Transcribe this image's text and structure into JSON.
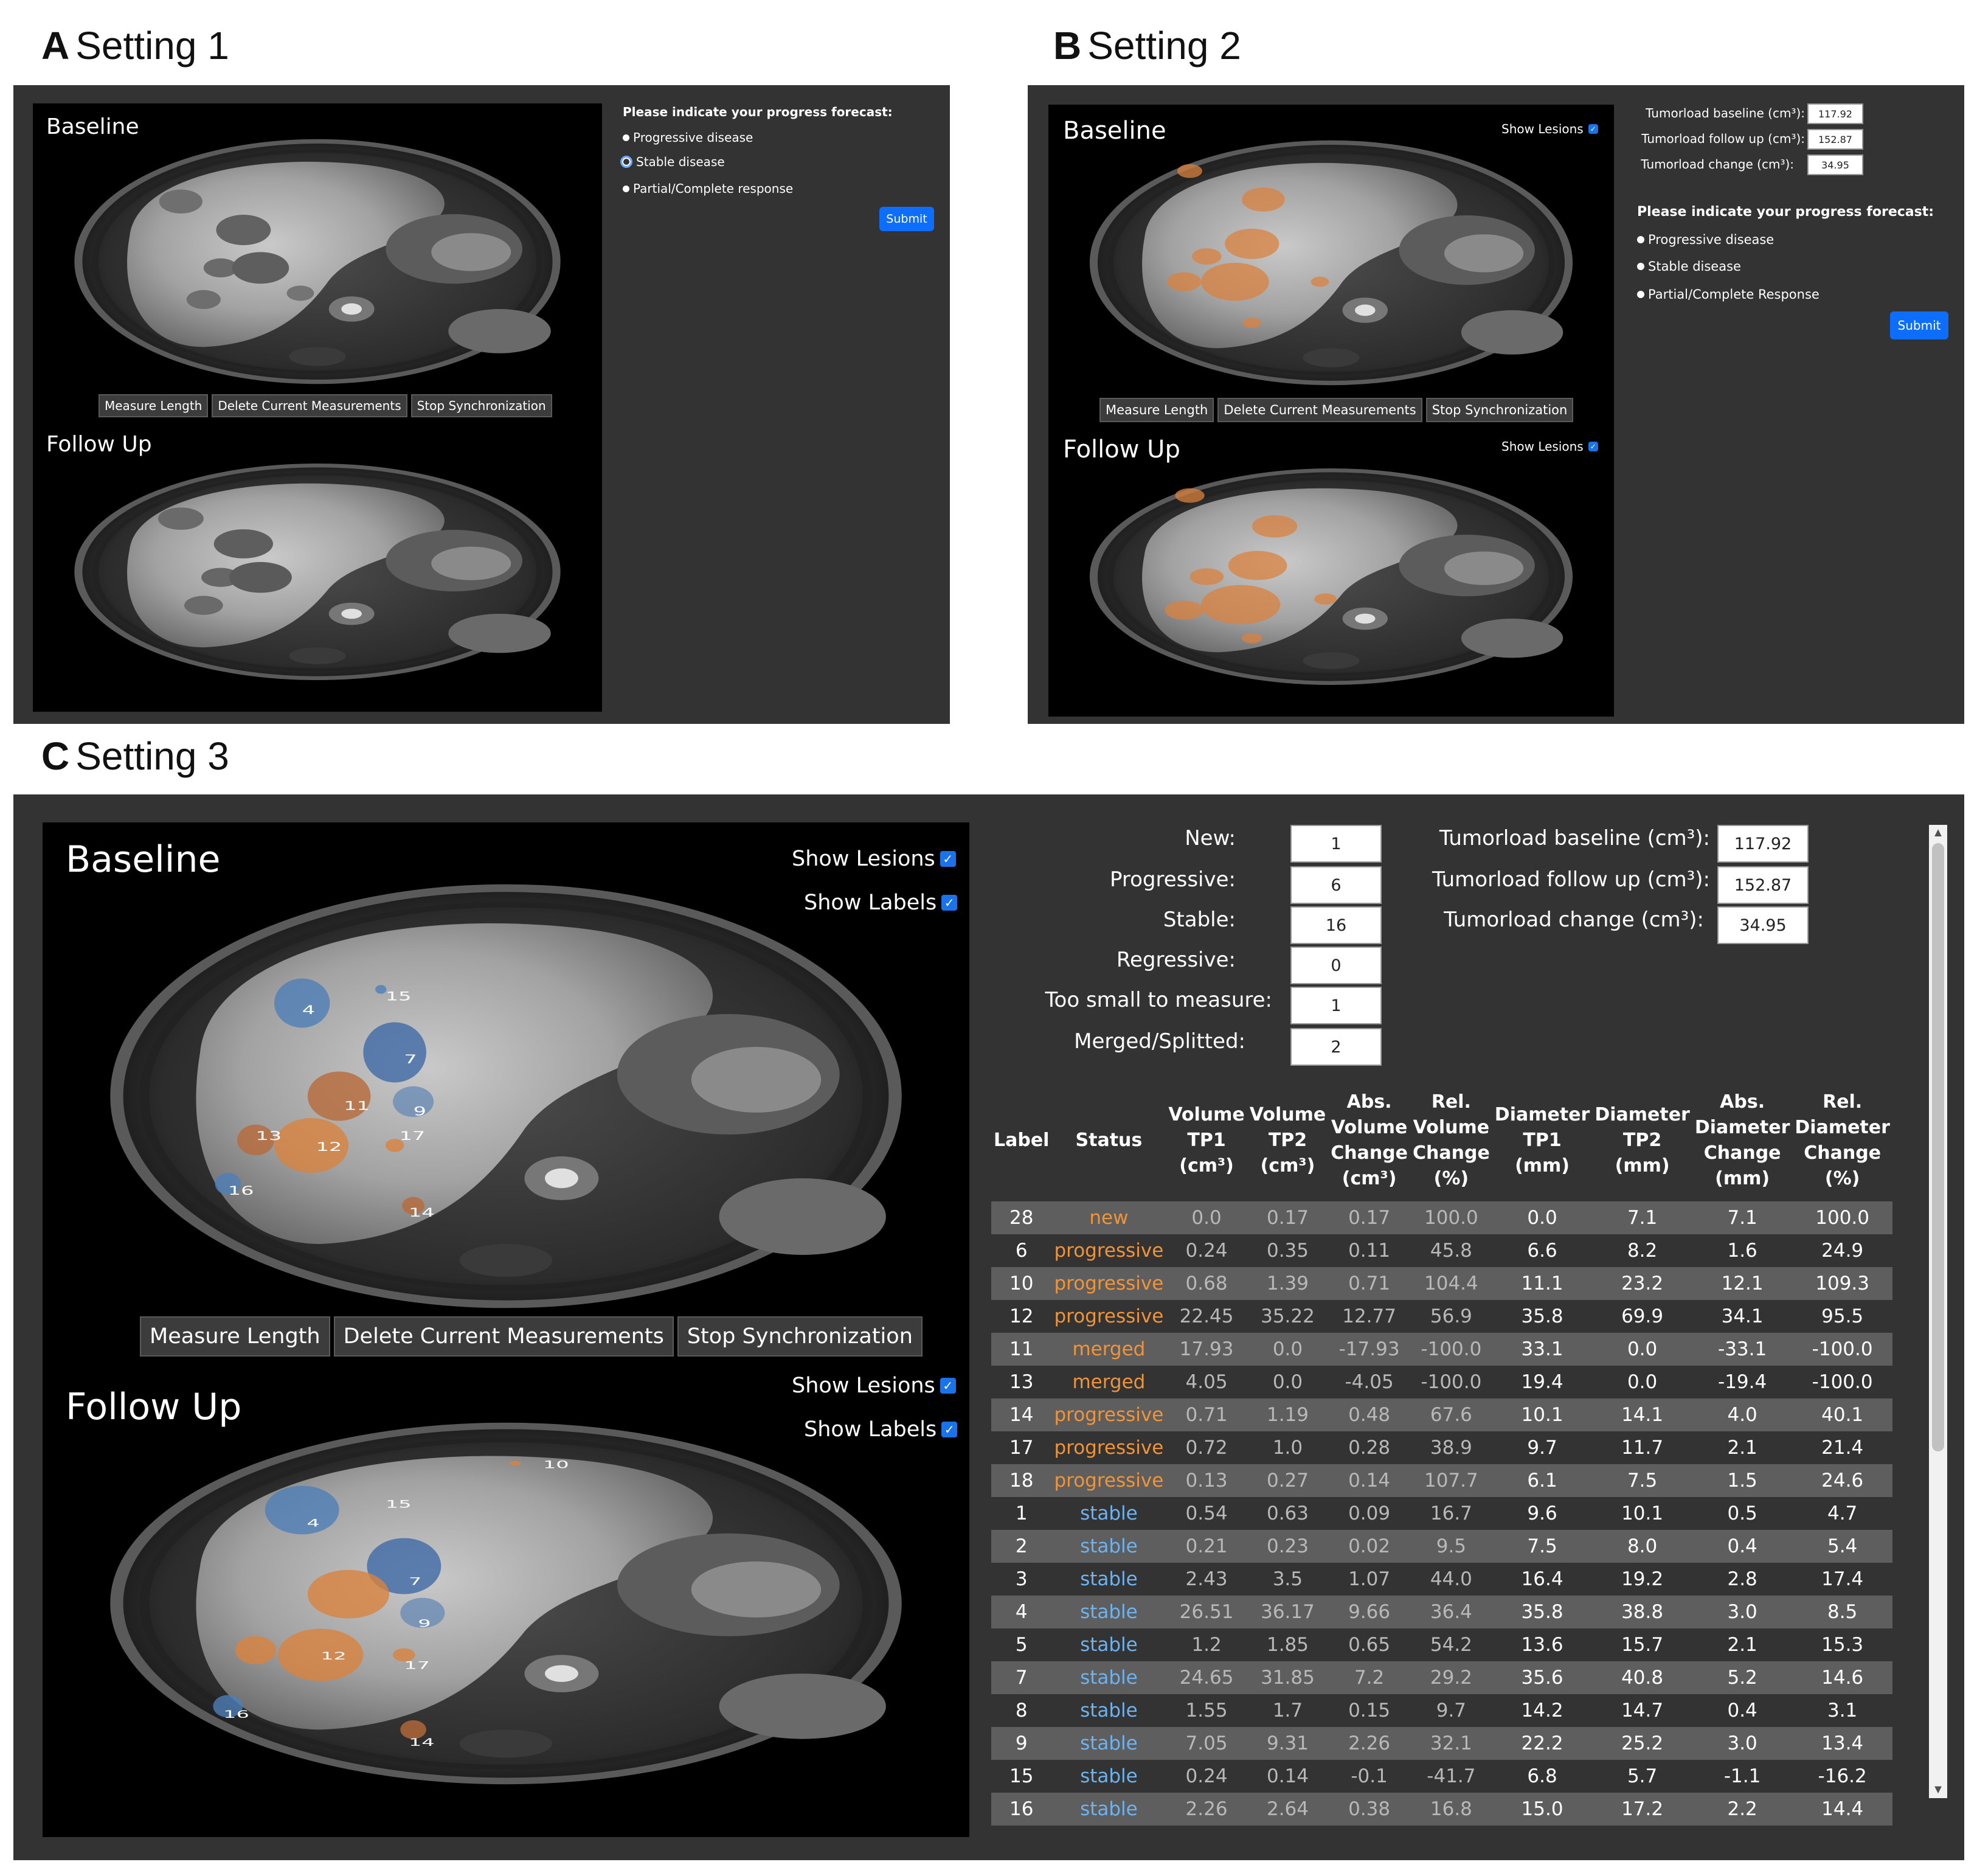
{
  "panels": {
    "a": {
      "letter": "A",
      "title": "Setting 1"
    },
    "b": {
      "letter": "B",
      "title": "Setting 2"
    },
    "c": {
      "letter": "C",
      "title": "Setting 3"
    }
  },
  "viewer": {
    "baseline_label": "Baseline",
    "followup_label": "Follow Up",
    "show_lesions": "Show Lesions",
    "show_labels": "Show Labels",
    "checkbox_mark": "✓",
    "tools": {
      "measure": "Measure Length",
      "delete": "Delete Current Measurements",
      "stop_sync": "Stop Synchronization"
    }
  },
  "setting1": {
    "form_title": "Please indicate your progress forecast:",
    "options": [
      "Progressive disease",
      "Stable disease",
      "Partial/Complete response"
    ],
    "selected": "Stable disease",
    "submit": "Submit"
  },
  "setting2": {
    "tumorload": [
      {
        "label": "Tumorload baseline (cm³):",
        "value": "117.92"
      },
      {
        "label": "Tumorload follow up (cm³):",
        "value": "152.87"
      },
      {
        "label": "Tumorload change (cm³):",
        "value": "34.95"
      }
    ],
    "form_title": "Please indicate your progress forecast:",
    "options": [
      "Progressive disease",
      "Stable disease",
      "Partial/Complete Response"
    ],
    "submit": "Submit"
  },
  "setting3": {
    "counts": [
      {
        "label": "New:",
        "value": "1"
      },
      {
        "label": "Progressive:",
        "value": "6"
      },
      {
        "label": "Stable:",
        "value": "16"
      },
      {
        "label": "Regressive:",
        "value": "0"
      },
      {
        "label": "Too small to measure:",
        "value": "1"
      },
      {
        "label": "Merged/Splitted:",
        "value": "2"
      }
    ],
    "tumorload": [
      {
        "label": "Tumorload baseline (cm³):",
        "value": "117.92"
      },
      {
        "label": "Tumorload follow up (cm³):",
        "value": "152.87"
      },
      {
        "label": "Tumorload change (cm³):",
        "value": "34.95"
      }
    ],
    "table": {
      "headers": [
        "Label",
        "Status",
        "Volume TP1 (cm³)",
        "Volume TP2 (cm³)",
        "Abs. Volume Change (cm³)",
        "Rel. Volume Change (%)",
        "Diameter TP1 (mm)",
        "Diameter TP2 (mm)",
        "Abs. Diameter Change (mm)",
        "Rel. Diameter Change (%)"
      ],
      "rows": [
        [
          "28",
          "new",
          "0.0",
          "0.17",
          "0.17",
          "100.0",
          "0.0",
          "7.1",
          "7.1",
          "100.0"
        ],
        [
          "6",
          "progressive",
          "0.24",
          "0.35",
          "0.11",
          "45.8",
          "6.6",
          "8.2",
          "1.6",
          "24.9"
        ],
        [
          "10",
          "progressive",
          "0.68",
          "1.39",
          "0.71",
          "104.4",
          "11.1",
          "23.2",
          "12.1",
          "109.3"
        ],
        [
          "12",
          "progressive",
          "22.45",
          "35.22",
          "12.77",
          "56.9",
          "35.8",
          "69.9",
          "34.1",
          "95.5"
        ],
        [
          "11",
          "merged",
          "17.93",
          "0.0",
          "-17.93",
          "-100.0",
          "33.1",
          "0.0",
          "-33.1",
          "-100.0"
        ],
        [
          "13",
          "merged",
          "4.05",
          "0.0",
          "-4.05",
          "-100.0",
          "19.4",
          "0.0",
          "-19.4",
          "-100.0"
        ],
        [
          "14",
          "progressive",
          "0.71",
          "1.19",
          "0.48",
          "67.6",
          "10.1",
          "14.1",
          "4.0",
          "40.1"
        ],
        [
          "17",
          "progressive",
          "0.72",
          "1.0",
          "0.28",
          "38.9",
          "9.7",
          "11.7",
          "2.1",
          "21.4"
        ],
        [
          "18",
          "progressive",
          "0.13",
          "0.27",
          "0.14",
          "107.7",
          "6.1",
          "7.5",
          "1.5",
          "24.6"
        ],
        [
          "1",
          "stable",
          "0.54",
          "0.63",
          "0.09",
          "16.7",
          "9.6",
          "10.1",
          "0.5",
          "4.7"
        ],
        [
          "2",
          "stable",
          "0.21",
          "0.23",
          "0.02",
          "9.5",
          "7.5",
          "8.0",
          "0.4",
          "5.4"
        ],
        [
          "3",
          "stable",
          "2.43",
          "3.5",
          "1.07",
          "44.0",
          "16.4",
          "19.2",
          "2.8",
          "17.4"
        ],
        [
          "4",
          "stable",
          "26.51",
          "36.17",
          "9.66",
          "36.4",
          "35.8",
          "38.8",
          "3.0",
          "8.5"
        ],
        [
          "5",
          "stable",
          "1.2",
          "1.85",
          "0.65",
          "54.2",
          "13.6",
          "15.7",
          "2.1",
          "15.3"
        ],
        [
          "7",
          "stable",
          "24.65",
          "31.85",
          "7.2",
          "29.2",
          "35.6",
          "40.8",
          "5.2",
          "14.6"
        ],
        [
          "8",
          "stable",
          "1.55",
          "1.7",
          "0.15",
          "9.7",
          "14.2",
          "14.7",
          "0.4",
          "3.1"
        ],
        [
          "9",
          "stable",
          "7.05",
          "9.31",
          "2.26",
          "32.1",
          "22.2",
          "25.2",
          "3.0",
          "13.4"
        ],
        [
          "15",
          "stable",
          "0.24",
          "0.14",
          "-0.1",
          "-41.7",
          "6.8",
          "5.7",
          "-1.1",
          "-16.2"
        ],
        [
          "16",
          "stable",
          "2.26",
          "2.64",
          "0.38",
          "16.8",
          "15.0",
          "17.2",
          "2.2",
          "14.4"
        ]
      ]
    },
    "baseline_lesion_labels": [
      "4",
      "15",
      "7",
      "11",
      "9",
      "13",
      "12",
      "17",
      "16",
      "14"
    ],
    "followup_lesion_labels": [
      "4",
      "15",
      "10",
      "7",
      "9",
      "12",
      "17",
      "16",
      "14"
    ]
  },
  "colors": {
    "app_bg": "#333333",
    "lesion_orange": "#d9823f",
    "lesion_blue": "#4f7fb8",
    "stable_text": "#6fb2ee",
    "progressive_text": "#f0943a",
    "submit_blue": "#0d6efd"
  }
}
